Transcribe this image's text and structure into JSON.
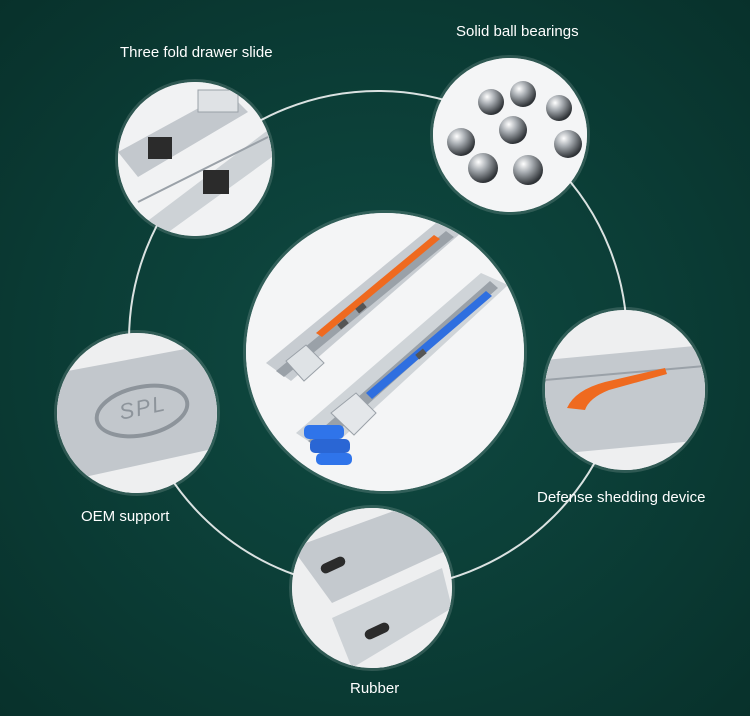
{
  "labels": {
    "three_fold": "Three fold drawer slide",
    "ball_bearings": "Solid ball bearings",
    "oem": "OEM support",
    "defense": "Defense shedding device",
    "rubber": "Rubber"
  },
  "logo_text": "SPL",
  "colors": {
    "background": "#0b3d36",
    "steel": "#c9ced3",
    "orange": "#ef6a1f",
    "blue": "#2f6fe0"
  }
}
